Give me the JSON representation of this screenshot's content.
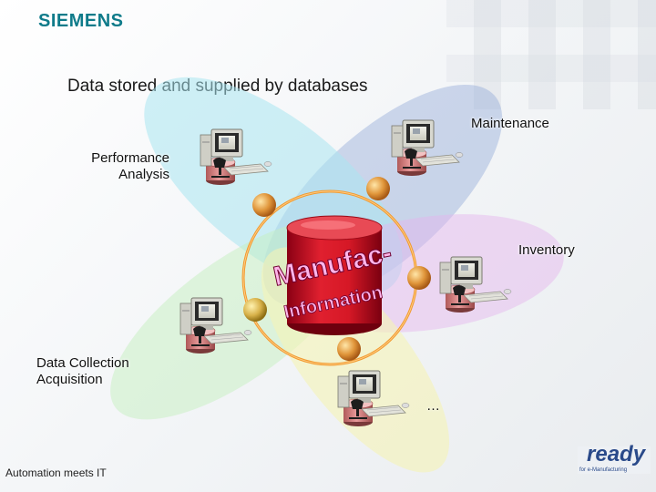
{
  "logo": "SIEMENS",
  "title": "Data stored and supplied by databases",
  "center_db": {
    "line1": "Manufac-",
    "line2": "Information"
  },
  "nodes": {
    "maintenance": "Maintenance",
    "performance_line1": "Performance",
    "performance_line2": "Analysis",
    "inventory": "Inventory",
    "datacollection_line1": "Data Collection",
    "datacollection_line2": "Acquisition",
    "more": "…"
  },
  "footer": "Automation meets IT",
  "brand": {
    "word": "ready",
    "tagline": "for e-Manufacturing"
  },
  "colors": {
    "siemens": "#0f7b8a",
    "db_red": "#c8102e",
    "ellipse_blue": "#8fa8d6",
    "ellipse_cyan": "#a9e6f0",
    "ellipse_pink": "#e5b3ee",
    "ellipse_green": "#c6efc0",
    "ellipse_yellow": "#f5f3b5",
    "orbit_orange": "#f29a2e"
  }
}
